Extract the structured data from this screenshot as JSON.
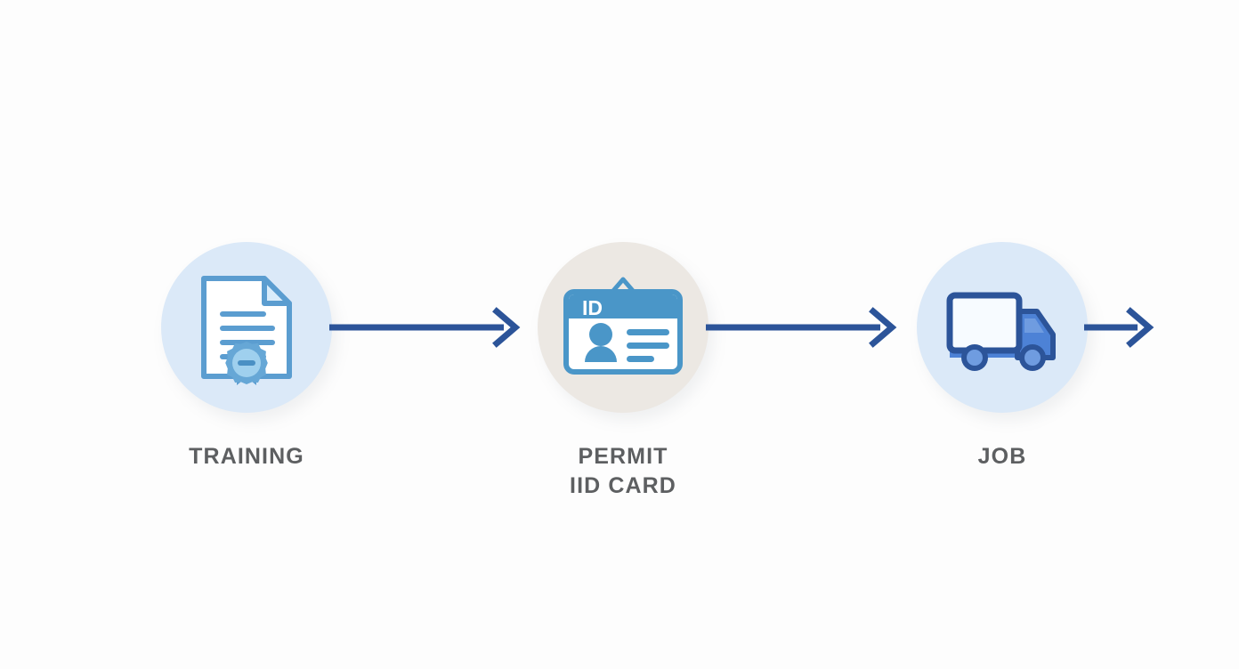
{
  "diagram": {
    "title": "Training to Permit to Job process flow",
    "background_color": "#fdfdfd",
    "accent_color": "#2c5499",
    "icon_blue": "#4a96c8",
    "truck_blue": "#4d82d6",
    "truck_outline": "#2c5499",
    "label_color": "#5d5f61",
    "circle_blue": "#dbe9f8",
    "circle_beige": "#ece8e3"
  },
  "steps": [
    {
      "id": "training",
      "label_line1": "TRAINING",
      "label_line2": "",
      "icon": "certificate-icon",
      "circle_color": "#dbe9f8"
    },
    {
      "id": "permit",
      "label_line1": "PERMIT",
      "label_line2": "IID CARD",
      "icon": "id-card-icon",
      "circle_color": "#ece8e3",
      "card_header_text": "ID"
    },
    {
      "id": "job",
      "label_line1": "JOB",
      "label_line2": "",
      "icon": "delivery-truck-icon",
      "circle_color": "#dbe9f8"
    }
  ],
  "arrows": [
    {
      "id": "arrow-training-to-permit",
      "color": "#2c5499",
      "direction": "right"
    },
    {
      "id": "arrow-permit-to-job",
      "color": "#2c5499",
      "direction": "right"
    },
    {
      "id": "arrow-job-to-next",
      "color": "#2c5499",
      "direction": "right"
    }
  ]
}
